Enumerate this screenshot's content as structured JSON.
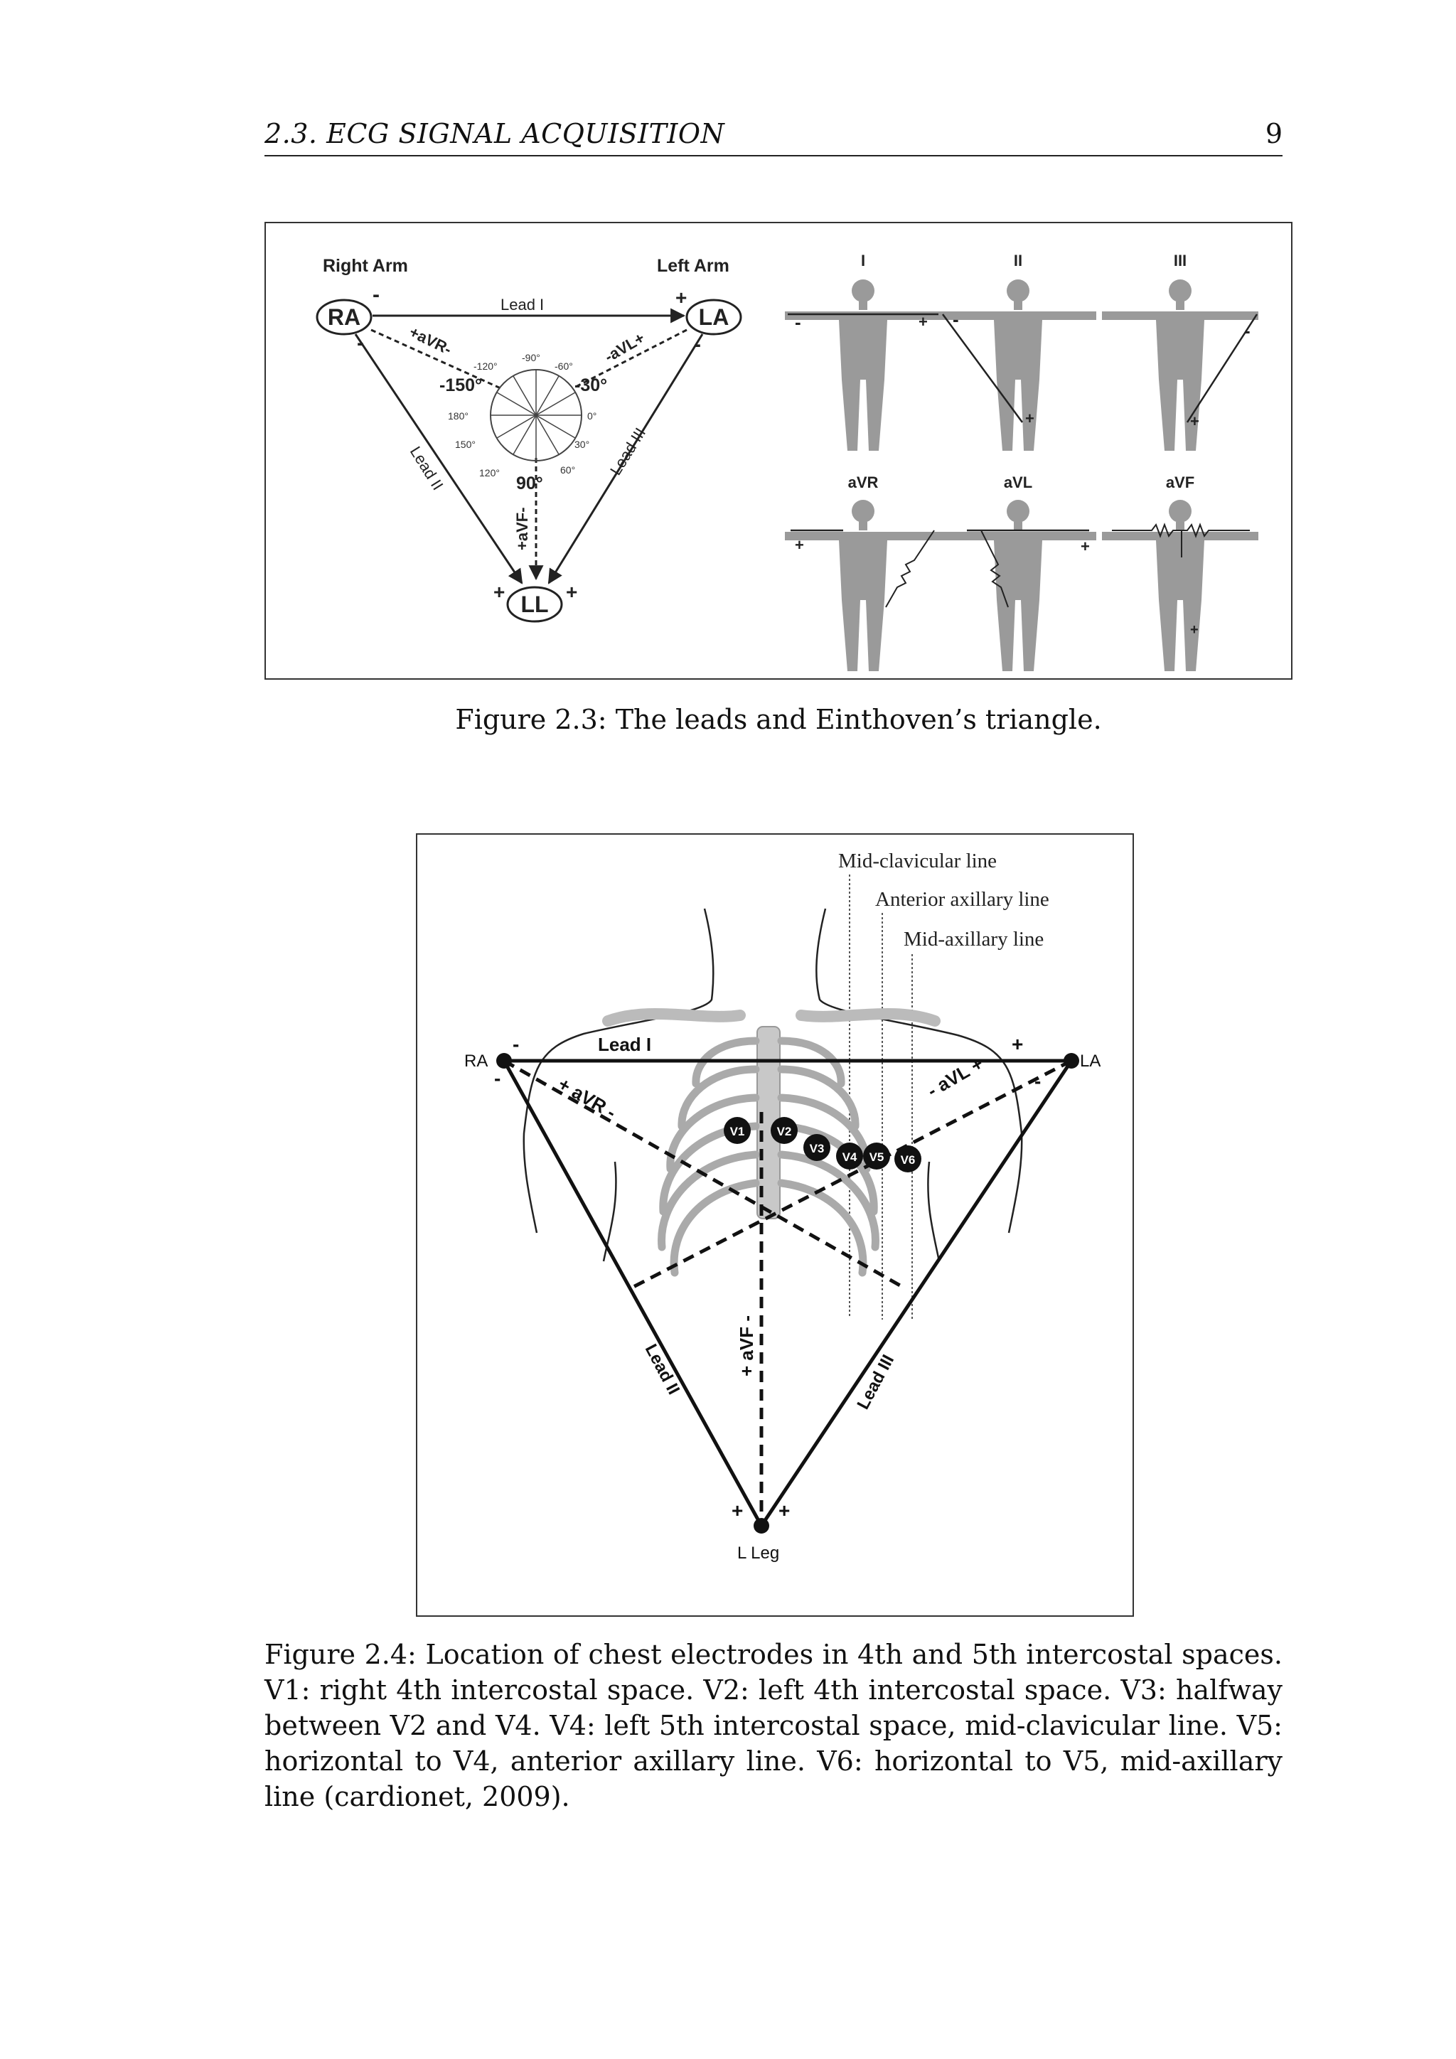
{
  "header": {
    "section": "2.3.  ECG SIGNAL ACQUISITION",
    "page_number": "9"
  },
  "figure1": {
    "caption": "Figure 2.3: The leads and Einthoven’s triangle.",
    "triangle": {
      "right_arm_label": "Right Arm",
      "left_arm_label": "Left Arm",
      "ra": "RA",
      "la": "LA",
      "ll": "LL",
      "lead1": "Lead I",
      "lead2": "Lead II",
      "lead3": "Lead III",
      "avr": "+aVR-",
      "avl": "-aVL+",
      "avf": "+aVF-",
      "plus": "+",
      "minus": "-",
      "angle_m150": "-150°",
      "angle_m30": "-30°",
      "angle_90": "90°",
      "angle_m120": "-120°",
      "angle_m90": "-90°",
      "angle_m60": "-60°",
      "angle_180": "180°",
      "angle_0": "0°",
      "angle_150": "150°",
      "angle_30": "30°",
      "angle_120": "120°",
      "angle_60": "60°"
    },
    "panels": {
      "lead1": "I",
      "lead2": "II",
      "lead3": "III",
      "avr": "aVR",
      "avl": "aVL",
      "avf": "aVF"
    }
  },
  "figure2": {
    "lines": {
      "mid_clavicular": "Mid-clavicular line",
      "anterior_axillary": "Anterior axillary line",
      "mid_axillary": "Mid-axillary line"
    },
    "ra": "RA",
    "la": "LA",
    "l_leg": "L Leg",
    "lead1": "Lead I",
    "lead2": "Lead II",
    "lead3": "Lead III",
    "avr": "+ aVR -",
    "avl": "- aVL +",
    "avf": "+ aVF -",
    "plus": "+",
    "minus": "-",
    "electrodes": [
      "V1",
      "V2",
      "V3",
      "V4",
      "V5",
      "V6"
    ]
  },
  "caption2": "Figure 2.4: Location of chest electrodes in 4th and 5th intercostal spaces. V1: right 4th intercostal space. V2: left 4th intercostal space. V3: halfway between V2 and V4. V4: left 5th intercostal space, mid-clavicular line. V5: horizontal to V4, anterior axillary line. V6: horizontal to V5, mid-axillary line (cardionet, 2009)."
}
